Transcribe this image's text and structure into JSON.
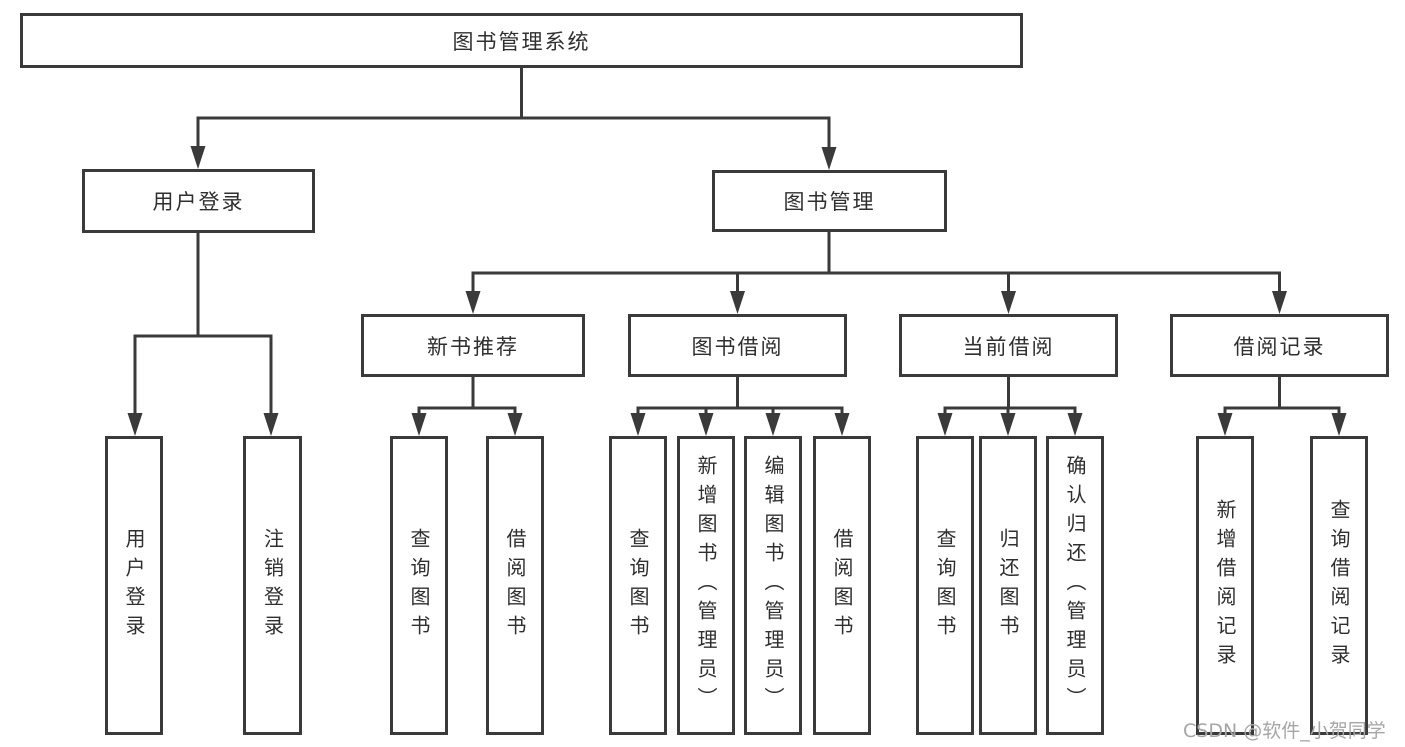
{
  "diagram": {
    "root": {
      "label": "图书管理系统"
    },
    "level2": [
      {
        "label": "用户登录",
        "leaves": [
          "用户登录",
          "注销登录"
        ]
      },
      {
        "label": "图书管理",
        "children": [
          {
            "label": "新书推荐",
            "leaves": [
              "查询图书",
              "借阅图书"
            ]
          },
          {
            "label": "图书借阅",
            "leaves": [
              "查询图书",
              "新增图书（管理员）",
              "编辑图书（管理员）",
              "借阅图书"
            ]
          },
          {
            "label": "当前借阅",
            "leaves": [
              "查询图书",
              "归还图书",
              "确认归还（管理员）"
            ]
          },
          {
            "label": "借阅记录",
            "leaves": [
              "新增借阅记录",
              "查询借阅记录"
            ]
          }
        ]
      }
    ]
  },
  "watermark": {
    "text": "CSDN @软件_小贺同学"
  },
  "colors": {
    "line": "#3a3a3a",
    "text": "#2f2f2f",
    "watermark": "#a6a6a6",
    "background": "#ffffff"
  }
}
